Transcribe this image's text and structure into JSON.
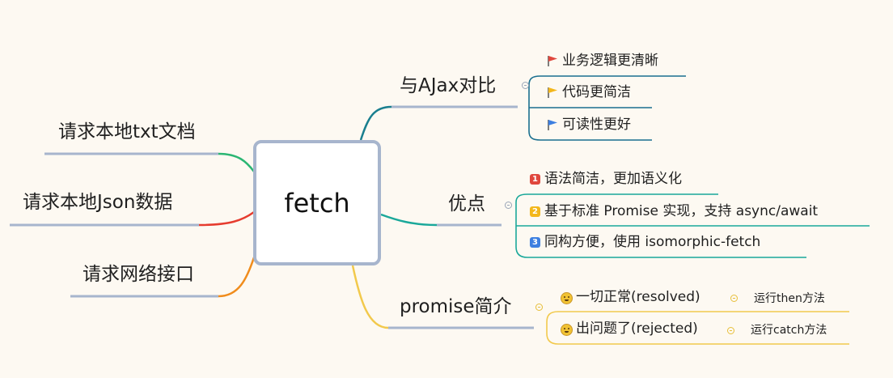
{
  "central": {
    "label": "fetch"
  },
  "colors": {
    "teal": "#1a8f8f",
    "green": "#2bb673",
    "yellow": "#f2c94c",
    "red": "#e63c2f",
    "orange": "#f08c1c",
    "node_line": "#a7b5cd"
  },
  "left_branches": [
    {
      "label": "请求本地txt文档"
    },
    {
      "label": "请求本地Json数据"
    },
    {
      "label": "请求网络接口"
    }
  ],
  "right_branches": {
    "ajax": {
      "label": "与AJax对比",
      "children": [
        {
          "label": "业务逻辑更清晰",
          "flag": "red-flag",
          "flag_color": "#e0473d"
        },
        {
          "label": "代码更简洁",
          "flag": "yellow-flag",
          "flag_color": "#f3b71b"
        },
        {
          "label": "可读性更好",
          "flag": "blue-flag",
          "flag_color": "#3d7fe0"
        }
      ]
    },
    "advantages": {
      "label": "优点",
      "children": [
        {
          "priority": "1",
          "badge_color": "#e0473d",
          "label": "语法简洁，更加语义化"
        },
        {
          "priority": "2",
          "badge_color": "#f3b71b",
          "label": "基于标准 Promise 实现，支持 async/await"
        },
        {
          "priority": "3",
          "badge_color": "#3d7fe0",
          "label": "同构方便，使用 isomorphic-fetch"
        }
      ]
    },
    "promise": {
      "label": "promise简介",
      "children": [
        {
          "icon": "smile-emoji-icon",
          "label": "一切正常(resolved)",
          "child": "运行then方法"
        },
        {
          "icon": "cry-emoji-icon",
          "label": "出问题了(rejected)",
          "child": "运行catch方法"
        }
      ]
    }
  }
}
